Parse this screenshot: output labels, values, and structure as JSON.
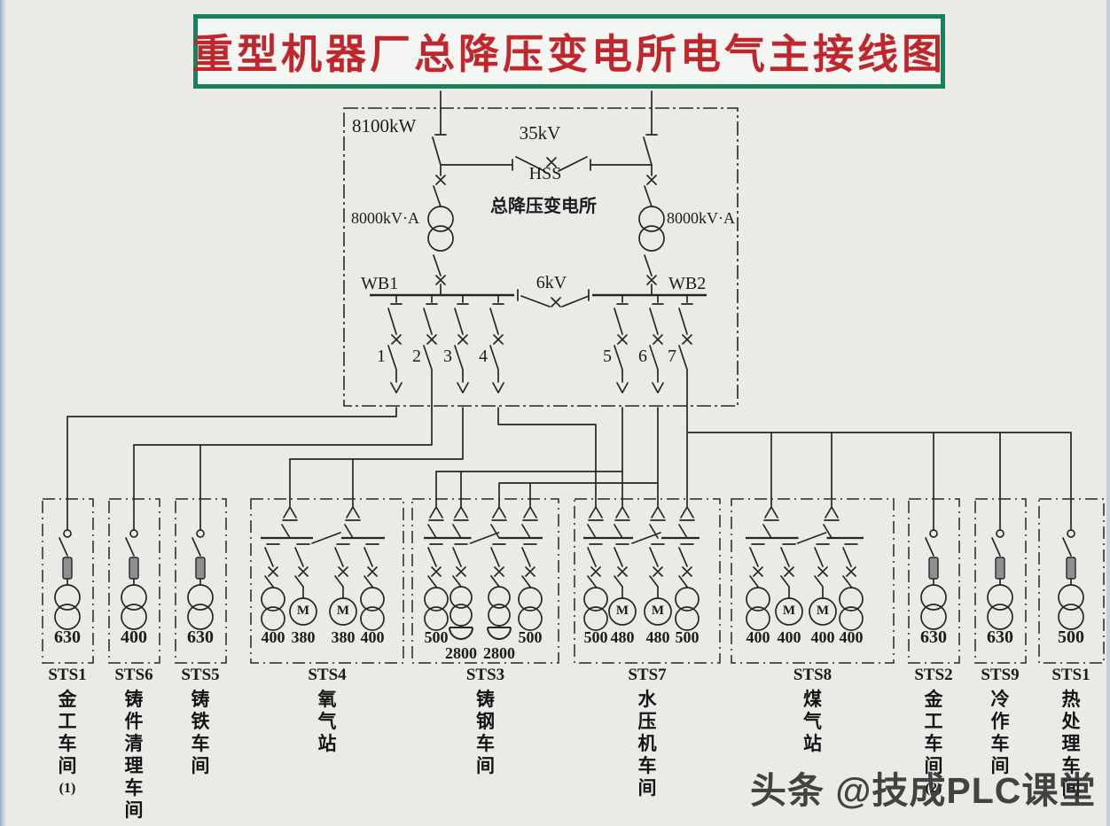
{
  "title": "重型机器厂总降压变电所电气主接线图",
  "colors": {
    "title_text": "#c0272d",
    "title_border": "#17805f",
    "diagram_line": "#262626",
    "fuse_fill": "#8f8f8f",
    "background": "#ebeae7"
  },
  "main_substation": {
    "power_label": "8100kW",
    "hv_bus_label": "35kV",
    "station_code": "HSS",
    "station_name": "总降压变电所",
    "transformer_left_rating": "8000kV·A",
    "transformer_right_rating": "8000kV·A",
    "bus_left_label": "WB1",
    "bus_right_label": "WB2",
    "lv_bus_label": "6kV",
    "feeder_numbers": [
      "1",
      "2",
      "3",
      "4",
      "5",
      "6",
      "7"
    ]
  },
  "substations": [
    {
      "code": "STS1",
      "name": "金工车间(1)",
      "type": "single",
      "rating": "630"
    },
    {
      "code": "STS6",
      "name": "铸件清理车间",
      "type": "single",
      "rating": "400"
    },
    {
      "code": "STS5",
      "name": "铸铁车间",
      "type": "single",
      "rating": "630"
    },
    {
      "code": "STS4",
      "name": "氧气站",
      "type": "multi",
      "devices": [
        "transformer",
        "motor",
        "motor",
        "transformer"
      ],
      "ratings": [
        "400",
        "380",
        "380",
        "400"
      ]
    },
    {
      "code": "STS3",
      "name": "铸钢车间",
      "type": "multi",
      "devices": [
        "transformer",
        "furnace-transformer",
        "furnace-transformer",
        "transformer"
      ],
      "ratings": [
        "500",
        "2800",
        "2800",
        "500"
      ]
    },
    {
      "code": "STS7",
      "name": "水压机车间",
      "type": "multi",
      "devices": [
        "transformer",
        "motor",
        "motor",
        "transformer"
      ],
      "ratings": [
        "500",
        "480",
        "480",
        "500"
      ]
    },
    {
      "code": "STS8",
      "name": "煤气站",
      "type": "multi",
      "devices": [
        "transformer",
        "motor",
        "motor",
        "transformer"
      ],
      "ratings": [
        "400",
        "400",
        "400",
        "400"
      ]
    },
    {
      "code": "STS2",
      "name": "金工车间(2)",
      "type": "single",
      "rating": "630"
    },
    {
      "code": "STS9",
      "name": "冷作车间",
      "type": "single",
      "rating": "630"
    },
    {
      "code": "STS1",
      "name": "热处理车间",
      "type": "single",
      "rating": "500"
    }
  ],
  "motor_symbol_letter": "M",
  "watermark": "头条 @技成PLC课堂"
}
